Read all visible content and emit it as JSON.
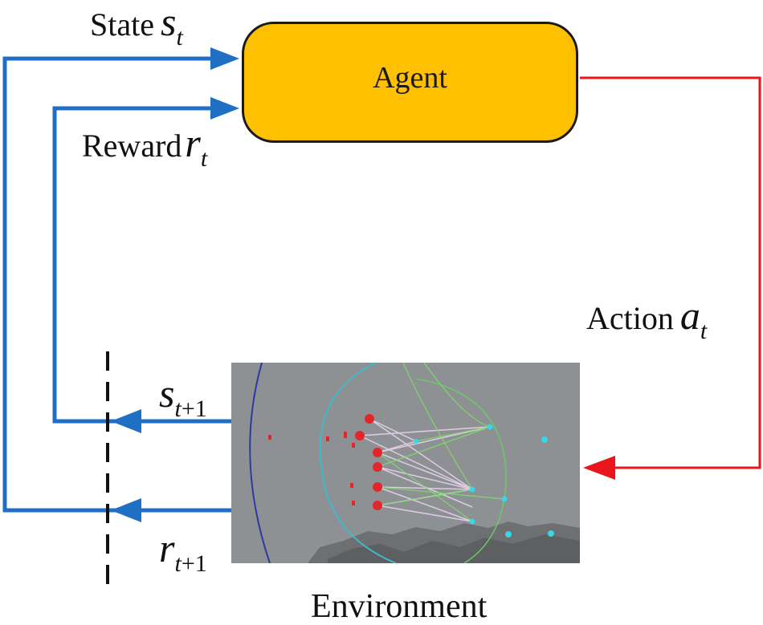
{
  "agent": {
    "label": "Agent"
  },
  "state_label": {
    "word": "State",
    "var": "s",
    "sub": "t"
  },
  "reward_label": {
    "word": "Reward",
    "var": "r",
    "sub": "t"
  },
  "action_label": {
    "word": "Action",
    "var": "a",
    "sub": "t"
  },
  "next_state_label": {
    "var": "s",
    "sub_var": "t",
    "sub_rest": "+1"
  },
  "next_reward_label": {
    "var": "r",
    "sub_var": "t",
    "sub_rest": "+1"
  },
  "environment": {
    "label": "Environment"
  },
  "colors": {
    "feedback_arrows": "#1f6fc4",
    "action_arrow": "#e8161b",
    "agent_fill": "#ffc000",
    "env_background": "#8e9193"
  }
}
